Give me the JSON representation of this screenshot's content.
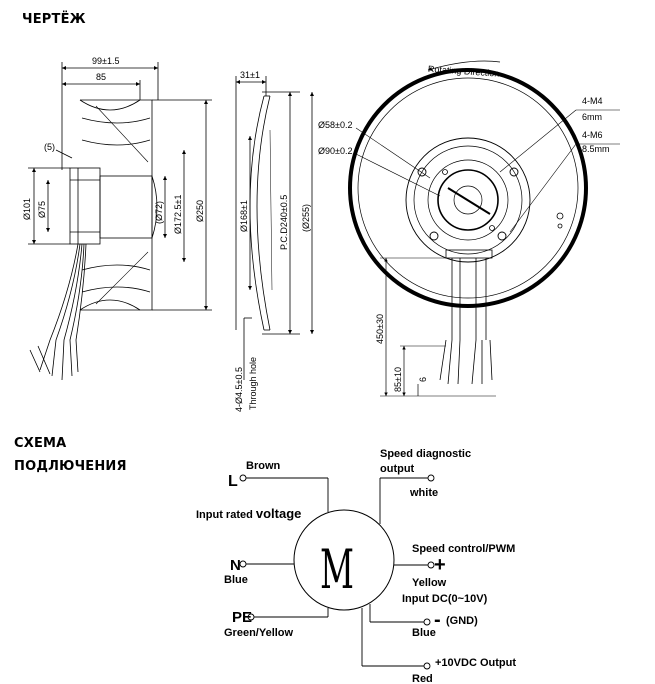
{
  "headings": {
    "drawing": "ЧЕРТЁЖ",
    "wiring_line1": "СХЕМА",
    "wiring_line2": "ПОДЛЮЧЕНИЯ"
  },
  "side_view": {
    "d_overall_width": "99±1.5",
    "d_85": "85",
    "d_5": "(5)",
    "d_101": "Ø101",
    "d_75": "Ø75",
    "d_72": "(Ø72)",
    "d_172": "Ø172.5±1",
    "d_250": "Ø250"
  },
  "ring_view": {
    "d_31": "31±1",
    "d_168": "Ø168±1",
    "d_pcd": "P.C.D240±0.5",
    "d_255": "(Ø255)",
    "d_holes_1": "4-Ø4.5±0.5",
    "d_holes_2": "Through hole"
  },
  "front_view": {
    "rotation": "Rotating Direction",
    "d_58": "Ø58±0.2",
    "d_90": "Ø90±0.2",
    "m4_1": "4-M4",
    "m4_2": "6mm",
    "m6_1": "4-M6",
    "m6_2": "8.5mm",
    "d_450": "450±30",
    "d_85": "85±10",
    "d_6": "6"
  },
  "wiring": {
    "motor_letter": "M",
    "L": "L",
    "brown": "Brown",
    "input_voltage_a": "Input rated ",
    "input_voltage_b": "voltage",
    "N": "N",
    "blue_left": "Blue",
    "PE": "PE",
    "green_yellow": "Green/Yellow",
    "speed_diag_1": "Speed diagnostic",
    "speed_diag_2": "output",
    "white": "white",
    "speed_control": "Speed control/PWM",
    "plus": "+",
    "yellow": "Yellow",
    "input_dc": "Input DC(0~10V)",
    "minus": "-",
    "gnd": "(GND)",
    "blue_right": "Blue",
    "out_10v": "+10VDC Output",
    "red": "Red"
  }
}
